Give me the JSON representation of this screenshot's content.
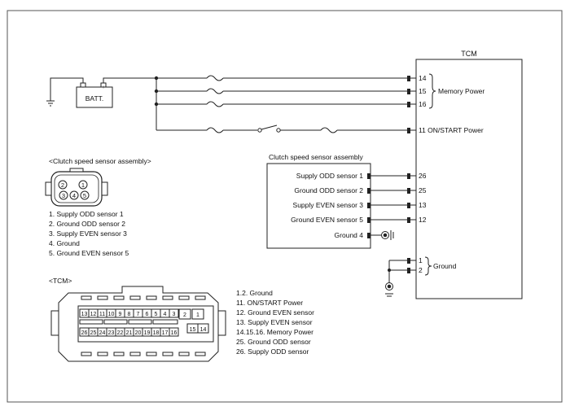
{
  "tcm": {
    "title": "TCM",
    "pins_top": [
      "14",
      "15",
      "16"
    ],
    "memory_power_label": "Memory Power",
    "on_start_label": "11 ON/START Power",
    "sensor_pins": [
      "26",
      "25",
      "13",
      "12"
    ],
    "ground_pins": [
      "1",
      "2"
    ],
    "ground_label": "Ground"
  },
  "battery": {
    "label": "BATT.",
    "minus": "-",
    "plus": "+"
  },
  "sensor_assembly": {
    "title": "Clutch speed sensor assembly",
    "rows": [
      "Supply ODD sensor 1",
      "Ground ODD sensor 2",
      "Supply EVEN sensor 3",
      "Ground EVEN sensor 5",
      "Ground 4"
    ]
  },
  "connector_assembly": {
    "title": "<Clutch speed sensor assembly>",
    "pins": [
      "1",
      "2",
      "3",
      "4",
      "5"
    ],
    "legend": [
      "1. Supply ODD sensor 1",
      "2. Ground ODD sensor 2",
      "3. Supply EVEN sensor 3",
      "4. Ground",
      "5. Ground EVEN sensor 5"
    ]
  },
  "connector_tcm": {
    "title": "<TCM>",
    "row1": [
      "13",
      "12",
      "11",
      "10",
      "9",
      "8",
      "7",
      "6",
      "5",
      "4",
      "3"
    ],
    "row1_right": [
      "2",
      "1"
    ],
    "row3": [
      "26",
      "25",
      "24",
      "23",
      "22",
      "21",
      "20",
      "19",
      "18",
      "17",
      "16"
    ],
    "side": [
      "15",
      "14"
    ],
    "legend": [
      "1.2. Ground",
      "11. ON/START Power",
      "12. Ground EVEN sensor",
      "13. Supply EVEN sensor",
      "14.15.16. Memory Power",
      "25. Ground ODD sensor",
      "26. Supply ODD sensor"
    ]
  }
}
